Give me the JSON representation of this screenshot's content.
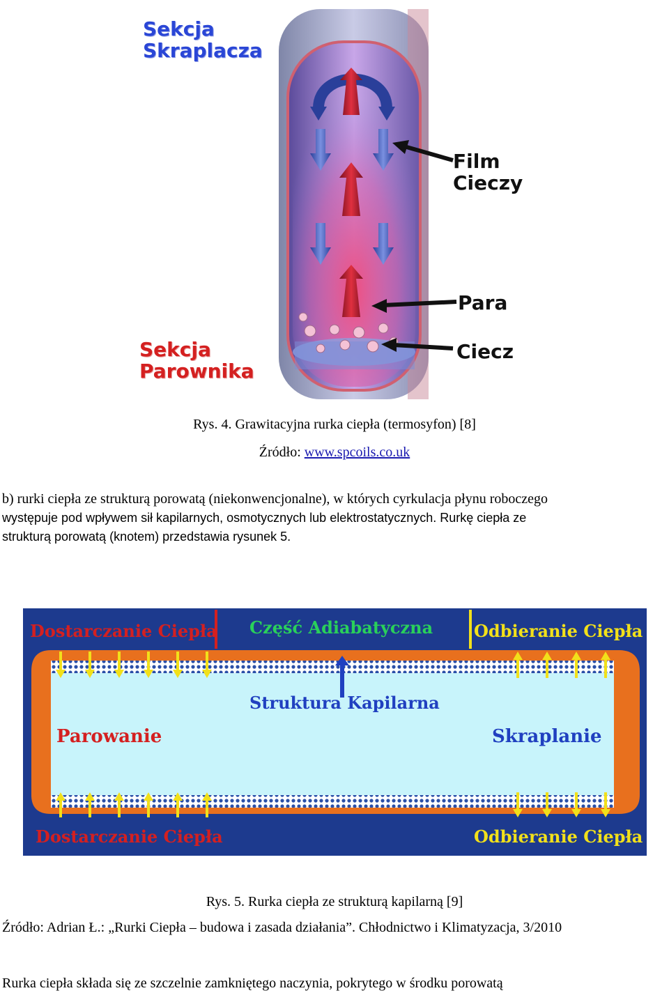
{
  "figure4": {
    "label_condenser": "Sekcja\nSkraplacza",
    "label_evaporator": "Sekcja\nParownika",
    "label_film": "Film\nCieczy",
    "label_vapor": "Para",
    "label_liquid": "Ciecz",
    "caption": "Rys. 4. Grawitacyjna rurka ciepła (termosyfon) [8]",
    "source_prefix": "Źródło: ",
    "source_link": "www.spcoils.co.uk"
  },
  "paragraph": {
    "line1": "b) rurki ciepła ze strukturą porowatą (niekonwencjonalne), w których cyrkulacja płynu roboczego",
    "line2": "występuje pod wpływem sił kapilarnych, osmotycznych lub elektrostatycznych. Rurkę ciepła ze",
    "line3": "strukturą porowatą (knotem) przedstawia rysunek 5."
  },
  "figure5": {
    "label_heat_in_top": "Dostarczanie Ciepła",
    "label_adiabatic": "Część Adiabatyczna",
    "label_heat_out_top": "Odbieranie Ciepła",
    "label_capillary": "Struktura Kapilarna",
    "label_evaporation": "Parowanie",
    "label_condensation": "Skraplanie",
    "label_heat_in_bottom": "Dostarczanie Ciepła",
    "label_heat_out_bottom": "Odbieranie Ciepła",
    "caption": "Rys. 5. Rurka ciepła ze strukturą kapilarną [9]",
    "source": "Źródło: Adrian Ł.: „Rurki Ciepła – budowa i zasada działania”. Chłodnictwo i Klimatyzacja, 3/2010"
  },
  "bottom_text": "Rurka ciepła składa się ze szczelnie zamkniętego naczynia, pokrytego w środku porowatą",
  "colors": {
    "blue_label": "#2a46d6",
    "red_label": "#d42020",
    "frame_blue": "#1d3a8e",
    "pipe_orange": "#e8701e",
    "inner_cyan": "#c8f4fb",
    "arrow_yellow": "#f2e01a"
  }
}
